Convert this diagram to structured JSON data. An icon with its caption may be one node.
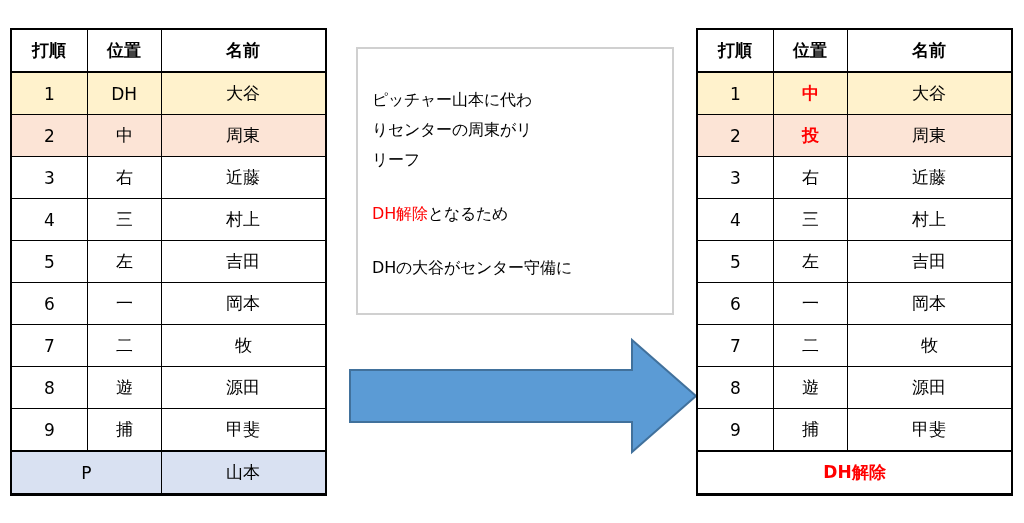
{
  "diagram": {
    "nodes": [
      {
        "text": [],
        "shape": "box"
      },
      {
        "text": [
          "ピッチャー山本に代わりセンターの周東がリリーフ",
          "DH解除",
          "となるため",
          "DHの大谷がセンター守備に"
        ]
      },
      {
        "text": [],
        "shape": "box"
      }
    ],
    "edges": [
      {
        "from": 0,
        "to": 2,
        "arrow": "to",
        "style": "thick",
        "color": "#5b9bd5"
      }
    ],
    "labels": [
      "打順",
      "位置",
      "名前",
      "1",
      "DH",
      "大谷",
      "2",
      "中",
      "周東",
      "3",
      "右",
      "近藤",
      "4",
      "三",
      "村上",
      "5",
      "左",
      "吉田",
      "6",
      "一",
      "岡本",
      "7",
      "二",
      "牧",
      "8",
      "遊",
      "源田",
      "9",
      "捕",
      "甲斐",
      "P",
      "山本",
      "打順",
      "位置",
      "名前",
      "1",
      "中",
      "大谷",
      "2",
      "投",
      "周東",
      "3",
      "右",
      "近藤",
      "4",
      "三",
      "村上",
      "5",
      "左",
      "吉田",
      "6",
      "一",
      "岡本",
      "7",
      "二",
      "牧",
      "8",
      "遊",
      "源田",
      "9",
      "捕",
      "甲斐",
      "DH解除"
    ]
  }
}
